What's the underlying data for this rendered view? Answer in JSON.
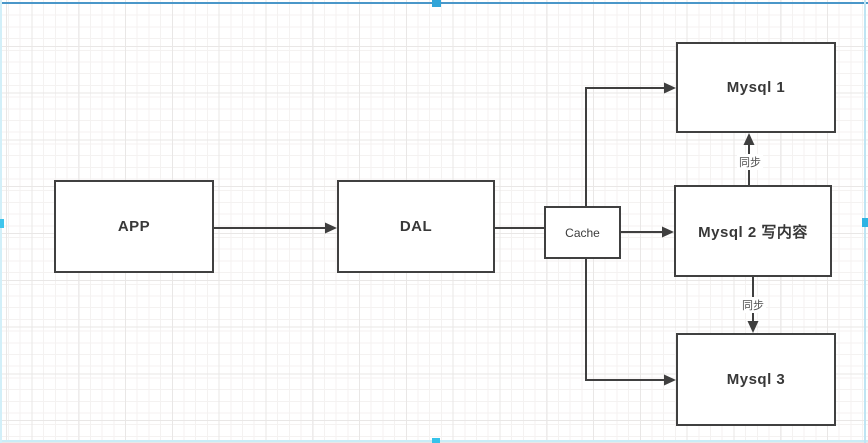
{
  "colors": {
    "node_border": "#404040",
    "node_fill": "#ffffff",
    "node_text": "#383838",
    "edge_stroke": "#3f3f3f",
    "edge_label_text": "#4f4f4f",
    "grid_minor": "#f4f2f1",
    "grid_major": "#e9e7e6",
    "boundary_top": "#4a97c9",
    "boundary_side": "#c9ecf7",
    "selection_handle": "#2fb0e0"
  },
  "diagram": {
    "nodes": [
      {
        "id": "app",
        "label": "APP"
      },
      {
        "id": "dal",
        "label": "DAL"
      },
      {
        "id": "cache",
        "label": "Cache"
      },
      {
        "id": "mysql1",
        "label": "Mysql 1"
      },
      {
        "id": "mysql2",
        "label": "Mysql 2  写内容"
      },
      {
        "id": "mysql3",
        "label": "Mysql 3"
      }
    ],
    "edges": [
      {
        "from": "APP",
        "to": "DAL",
        "arrow": "yes",
        "label": ""
      },
      {
        "from": "DAL",
        "to": "Cache",
        "arrow": "no",
        "label": ""
      },
      {
        "from": "Cache",
        "to": "Mysql 1",
        "arrow": "yes",
        "label": ""
      },
      {
        "from": "Cache",
        "to": "Mysql 2",
        "arrow": "yes",
        "label": ""
      },
      {
        "from": "Cache",
        "to": "Mysql 3",
        "arrow": "yes",
        "label": ""
      },
      {
        "from": "Mysql 2",
        "to": "Mysql 1",
        "arrow": "yes",
        "label": "同步"
      },
      {
        "from": "Mysql 2",
        "to": "Mysql 3",
        "arrow": "yes",
        "label": "同步"
      }
    ]
  }
}
